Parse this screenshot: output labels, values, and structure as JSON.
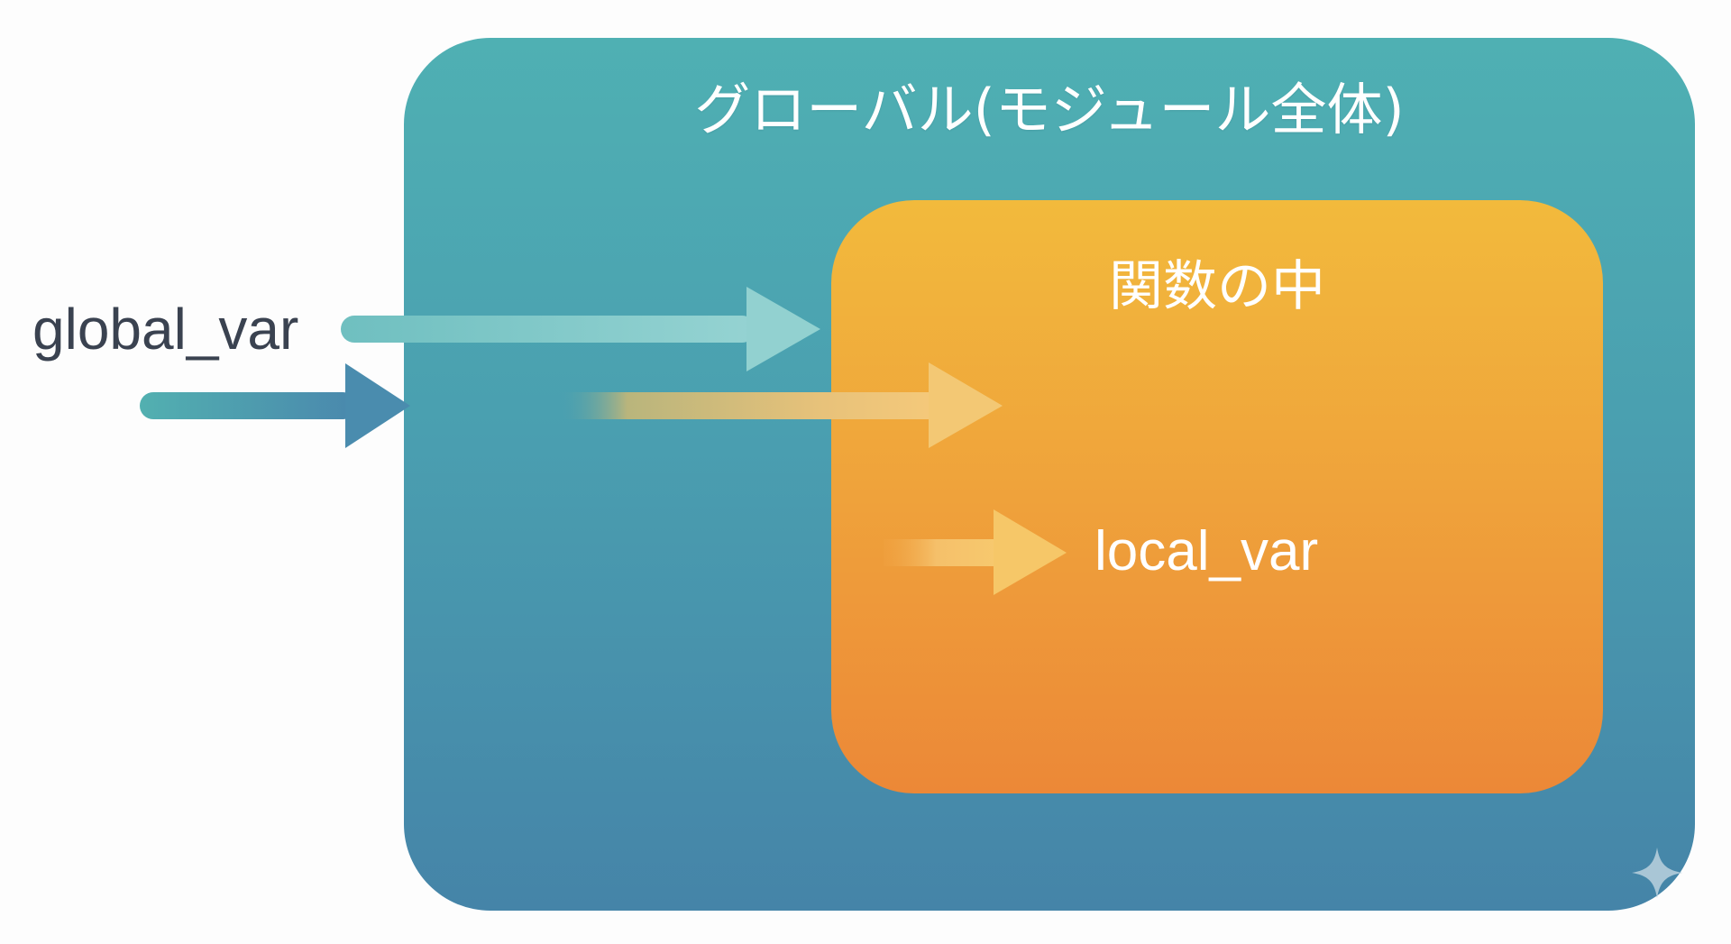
{
  "diagram": {
    "global_scope": {
      "title": "グローバル(モジュール全体)",
      "color_top": "#4fb0b3",
      "color_bottom": "#4584a8"
    },
    "function_scope": {
      "title": "関数の中",
      "variable": "local_var",
      "color_top": "#f2ba3c",
      "color_bottom": "#ec8837"
    },
    "external_variable": {
      "label": "global_var",
      "color": "#3a4250"
    },
    "arrows": [
      {
        "name": "global-var-into-function-arrow",
        "from": "global_var",
        "to": "function_scope",
        "color": "#8ecfd0"
      },
      {
        "name": "into-global-scope-arrow",
        "from": "outside",
        "to": "global_scope",
        "color": "#4a93ad"
      },
      {
        "name": "global-to-function-gradient-arrow",
        "from": "global_scope",
        "to": "function_scope",
        "color": "#f3c874"
      },
      {
        "name": "local-var-arrow",
        "from": "function_scope",
        "to": "local_var",
        "color": "#f6c768"
      }
    ],
    "watermark_icon": "sparkle-icon"
  }
}
